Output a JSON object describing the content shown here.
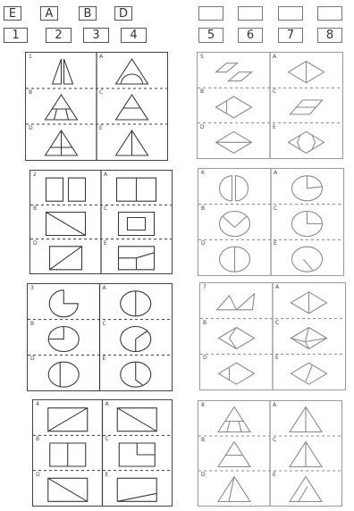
{
  "answer_row": {
    "letters": [
      "E",
      "A",
      "B",
      "D",
      "",
      "",
      "",
      ""
    ]
  },
  "number_row": {
    "numbers": [
      "1",
      "2",
      "3",
      "4",
      "5",
      "6",
      "7",
      "8"
    ]
  },
  "panels": [
    {
      "number": "1",
      "labels": [
        "A",
        "B",
        "C",
        "D",
        "E"
      ],
      "shapes": [
        "split-triangle",
        "triangle-semicircle",
        "triangle-trapezoid",
        "triangle-bar",
        "triangle-cross",
        "triangle-median"
      ]
    },
    {
      "number": "2",
      "labels": [
        "A",
        "B",
        "C",
        "D",
        "E"
      ],
      "shapes": [
        "rect-split-gap",
        "rect-halves",
        "rect-diagonal",
        "rect-inner-square",
        "rect-diagonal-small",
        "rect-step"
      ]
    },
    {
      "number": "3",
      "labels": [
        "A",
        "B",
        "C",
        "D",
        "E"
      ],
      "shapes": [
        "circle-pacman",
        "circle-two-radii",
        "circle-quarter",
        "circle-sector",
        "circle-chord",
        "circle-wedge"
      ]
    },
    {
      "number": "4",
      "labels": [
        "A",
        "B",
        "C",
        "D",
        "E"
      ],
      "shapes": [
        "parallelogram-split",
        "rect-diagonal",
        "rect-vertical",
        "rect-corner",
        "rect-diagonal",
        "rect-line"
      ]
    },
    {
      "number": "5",
      "labels": [
        "A",
        "B",
        "C",
        "D",
        "E"
      ],
      "shapes": [
        "parallelogram-pair",
        "rhombus-vertical",
        "rhombus-left",
        "parallelogram-stack",
        "rhombus-horizontal",
        "rhombus-hexagon"
      ]
    },
    {
      "number": "6",
      "labels": [
        "A",
        "B",
        "C",
        "D",
        "E"
      ],
      "shapes": [
        "semicircles",
        "circle-three-radii",
        "circle-v",
        "circle-quarter-cut",
        "circle-radius",
        "circle-curve"
      ]
    },
    {
      "number": "7",
      "labels": [
        "A",
        "B",
        "C",
        "D",
        "E"
      ],
      "shapes": [
        "triangles-pair",
        "rhombus-vertical",
        "rhombus-folded",
        "rhombus-star",
        "rhombus-left",
        "rhombus-diagonal"
      ]
    },
    {
      "number": "8",
      "labels": [
        "A",
        "B",
        "C",
        "D",
        "E"
      ],
      "shapes": [
        "triangle-trapezoid",
        "triangle-median",
        "triangle-bar",
        "triangle-median",
        "triangle-split",
        "triangle-cut"
      ]
    }
  ]
}
